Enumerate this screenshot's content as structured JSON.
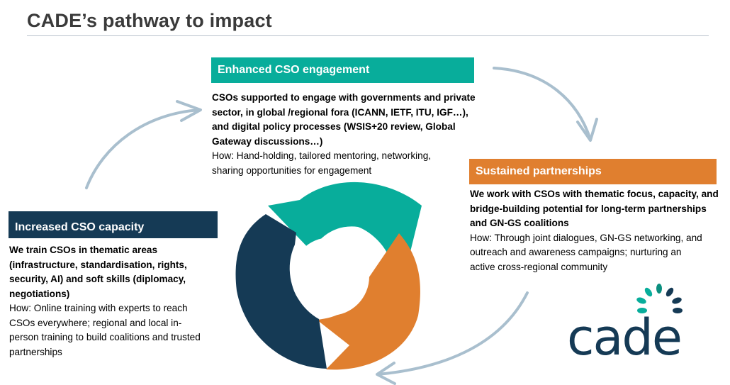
{
  "title": "CADE’s pathway to impact",
  "colors": {
    "teal": "#08ad9b",
    "orange": "#e07f2f",
    "navy": "#153a55",
    "arrow": "#a9bfce",
    "title": "#3a3a3a"
  },
  "sections": {
    "engagement": {
      "heading": "Enhanced CSO engagement",
      "lines": [
        "CSOs supported to engage with governments and private",
        "sector, in global /regional fora (ICANN, IETF, ITU, IGF…),",
        "and digital policy processes (WSIS+20 review, Global",
        "Gateway discussions…)"
      ],
      "how": [
        "How: Hand-holding, tailored mentoring, networking,",
        "sharing opportunities for engagement"
      ]
    },
    "partnerships": {
      "heading": "Sustained partnerships",
      "lines": [
        "We work with CSOs with thematic focus, capacity, and",
        "bridge-building potential for long-term partnerships",
        "and GN-GS coalitions"
      ],
      "how": [
        "How: Through joint dialogues, GN-GS networking, and",
        "outreach and awareness campaigns; nurturing an",
        "active cross-regional community"
      ]
    },
    "capacity": {
      "heading": "Increased CSO capacity",
      "lines": [
        "We train CSOs in thematic areas",
        "(infrastructure, standardisation, rights,",
        "security, AI) and soft skills (diplomacy,",
        "negotiations)"
      ],
      "how": [
        "How: Online training with experts to reach",
        "CSOs everywhere; regional and local in-",
        "person training to build coalitions and trusted",
        "partnerships"
      ]
    }
  },
  "logo": {
    "wordmark": "cade"
  }
}
